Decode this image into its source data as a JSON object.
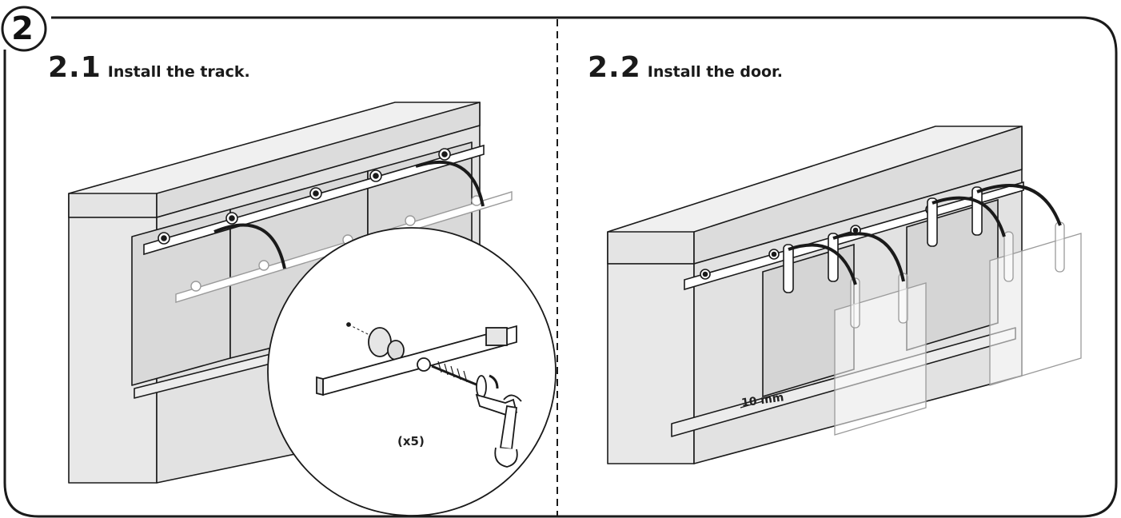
{
  "step_number": "2",
  "steps": [
    {
      "number": "2.1",
      "text": "Install the track."
    },
    {
      "number": "2.2",
      "text": "Install the door."
    }
  ],
  "detail": {
    "quantity_label": "(x5)"
  },
  "door_gap_label": "10 mm",
  "colors": {
    "line": "#1a1a1a",
    "cabinet_fill": "#e6e6e6",
    "top_fill": "#f0f0f0",
    "door_fill": "#d5d5d5",
    "ghost": "#9a9a9a"
  }
}
